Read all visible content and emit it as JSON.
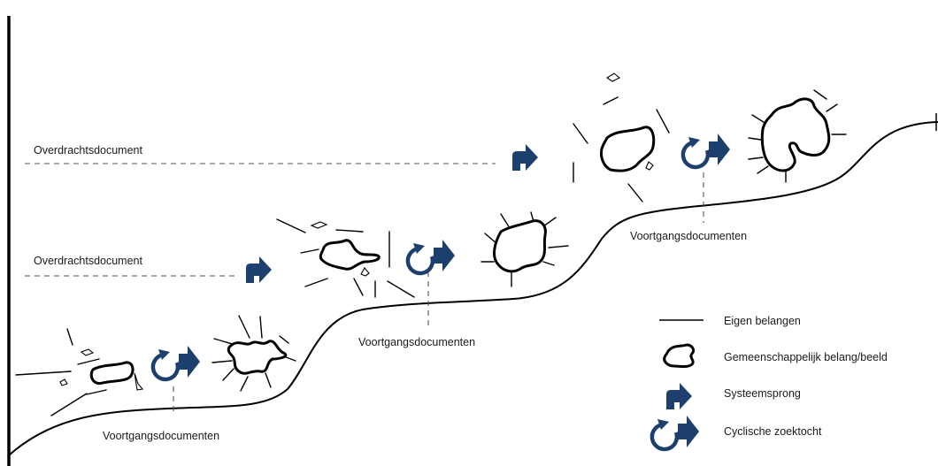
{
  "labels": {
    "handover_top": "Overdrachtsdocument",
    "handover_mid": "Overdrachtsdocument",
    "progress_low": "Voortgangsdocumenten",
    "progress_mid": "Voortgangsdocumenten",
    "progress_high": "Voortgangsdocumenten"
  },
  "legend": {
    "items": [
      {
        "icon": "line-icon",
        "label": "Eigen belangen"
      },
      {
        "icon": "blob-icon",
        "label": "Gemeenschappelijk belang/beeld"
      },
      {
        "icon": "system-jump-arrow-icon",
        "label": "Systeemsprong"
      },
      {
        "icon": "cyclic-search-icon",
        "label": "Cyclische zoektocht"
      }
    ]
  },
  "colors": {
    "accent": "#1c3f6e",
    "ink": "#000000"
  }
}
